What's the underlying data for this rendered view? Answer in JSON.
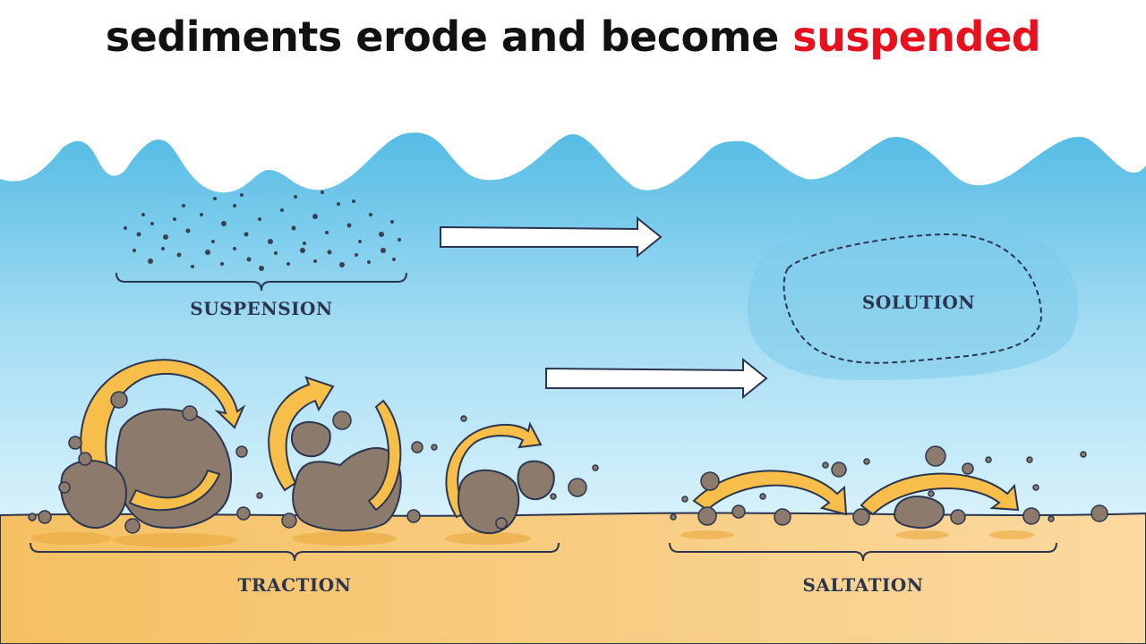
{
  "title": {
    "prefix": "sediments erode and become ",
    "highlight": "suspended",
    "highlight_color": "#e8101c"
  },
  "diagram": {
    "labels": {
      "suspension": "SUSPENSION",
      "solution": "SOLUTION",
      "traction": "TRACTION",
      "saltation": "SALTATION"
    },
    "colors": {
      "water_top": "#5bbfe6",
      "water_bottom": "#d6f1fb",
      "sand": "#f6c56e",
      "rock": "#8c7b6c",
      "arrow_orange": "#f7bf4a",
      "outline": "#2b3550"
    }
  }
}
